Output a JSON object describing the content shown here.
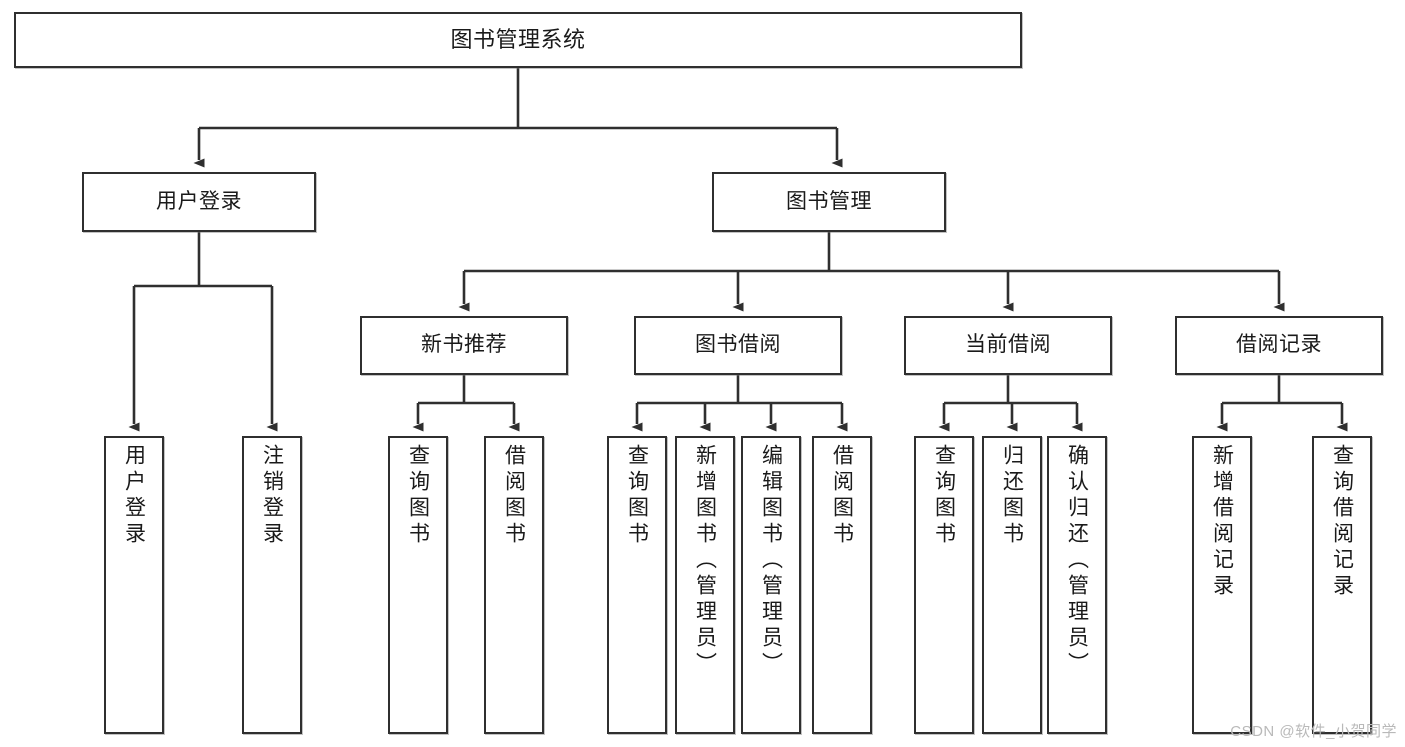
{
  "diagram": {
    "title": "图书管理系统",
    "type": "tree",
    "watermark": "CSDN @软件_小贺同学",
    "colors": {
      "box_border": "#2f2f2f",
      "box_fill": "#ffffff",
      "edge": "#2f2f2f",
      "text": "#1a1a1a",
      "watermark": "#b9b9b9"
    },
    "nodes": {
      "root": {
        "label": "图书管理系统",
        "orientation": "horizontal",
        "level": 0
      },
      "login": {
        "label": "用户登录",
        "orientation": "horizontal",
        "level": 1
      },
      "book_manage": {
        "label": "图书管理",
        "orientation": "horizontal",
        "level": 1
      },
      "new_book_rec": {
        "label": "新书推荐",
        "orientation": "horizontal",
        "level": 2
      },
      "book_borrow": {
        "label": "图书借阅",
        "orientation": "horizontal",
        "level": 2
      },
      "current_borrow": {
        "label": "当前借阅",
        "orientation": "horizontal",
        "level": 2
      },
      "borrow_record": {
        "label": "借阅记录",
        "orientation": "horizontal",
        "level": 2
      },
      "leaf_user_login": {
        "label": "用户登录",
        "orientation": "vertical",
        "level": 3
      },
      "leaf_logout": {
        "label": "注销登录",
        "orientation": "vertical",
        "level": 3
      },
      "leaf_query_book_1": {
        "label": "查询图书",
        "orientation": "vertical",
        "level": 3
      },
      "leaf_borrow_book_1": {
        "label": "借阅图书",
        "orientation": "vertical",
        "level": 3
      },
      "leaf_query_book_2": {
        "label": "查询图书",
        "orientation": "vertical",
        "level": 3
      },
      "leaf_add_book": {
        "label": "新增图书（管理员）",
        "orientation": "vertical",
        "level": 3
      },
      "leaf_edit_book": {
        "label": "编辑图书（管理员）",
        "orientation": "vertical",
        "level": 3
      },
      "leaf_borrow_book_2": {
        "label": "借阅图书",
        "orientation": "vertical",
        "level": 3
      },
      "leaf_query_book_3": {
        "label": "查询图书",
        "orientation": "vertical",
        "level": 3
      },
      "leaf_return_book": {
        "label": "归还图书",
        "orientation": "vertical",
        "level": 3
      },
      "leaf_confirm_return": {
        "label": "确认归还（管理员）",
        "orientation": "vertical",
        "level": 3
      },
      "leaf_add_record": {
        "label": "新增借阅记录",
        "orientation": "vertical",
        "level": 3
      },
      "leaf_query_record": {
        "label": "查询借阅记录",
        "orientation": "vertical",
        "level": 3
      }
    },
    "edges": [
      {
        "from": "root",
        "to": "login"
      },
      {
        "from": "root",
        "to": "book_manage"
      },
      {
        "from": "login",
        "to": "leaf_user_login"
      },
      {
        "from": "login",
        "to": "leaf_logout"
      },
      {
        "from": "book_manage",
        "to": "new_book_rec"
      },
      {
        "from": "book_manage",
        "to": "book_borrow"
      },
      {
        "from": "book_manage",
        "to": "current_borrow"
      },
      {
        "from": "book_manage",
        "to": "borrow_record"
      },
      {
        "from": "new_book_rec",
        "to": "leaf_query_book_1"
      },
      {
        "from": "new_book_rec",
        "to": "leaf_borrow_book_1"
      },
      {
        "from": "book_borrow",
        "to": "leaf_query_book_2"
      },
      {
        "from": "book_borrow",
        "to": "leaf_add_book"
      },
      {
        "from": "book_borrow",
        "to": "leaf_edit_book"
      },
      {
        "from": "book_borrow",
        "to": "leaf_borrow_book_2"
      },
      {
        "from": "current_borrow",
        "to": "leaf_query_book_3"
      },
      {
        "from": "current_borrow",
        "to": "leaf_return_book"
      },
      {
        "from": "current_borrow",
        "to": "leaf_confirm_return"
      },
      {
        "from": "borrow_record",
        "to": "leaf_add_record"
      },
      {
        "from": "borrow_record",
        "to": "leaf_query_record"
      }
    ]
  }
}
